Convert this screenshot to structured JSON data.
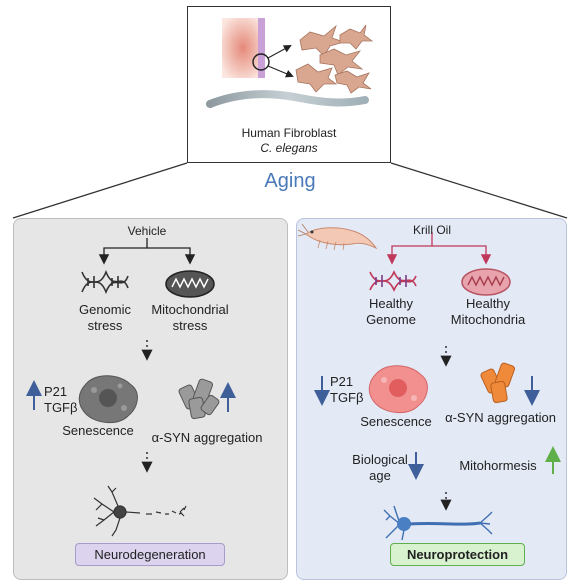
{
  "top": {
    "line1": "Human Fibroblast",
    "line2": "C. elegans",
    "aging": "Aging"
  },
  "vehicle": {
    "title": "Vehicle",
    "genomic": [
      "Genomic",
      "stress"
    ],
    "mito": [
      "Mitochondrial",
      "stress"
    ],
    "markers": [
      "P21",
      "TGFβ"
    ],
    "senescence": "Senescence",
    "asyn": "α-SYN aggregation",
    "outcome": "Neurodegeneration"
  },
  "krill": {
    "title": "Krill Oil",
    "genome": [
      "Healthy",
      "Genome"
    ],
    "mito": [
      "Healthy",
      "Mitochondria"
    ],
    "markers": [
      "P21",
      "TGFβ"
    ],
    "senescence": "Senescence",
    "asyn": "α-SYN aggregation",
    "bioage": [
      "Biological",
      "age"
    ],
    "mitohormesis": "Mitohormesis",
    "outcome": "Neuroprotection"
  },
  "colors": {
    "arrow_up_blue": "#3e5f9a",
    "arrow_down_blue": "#3e5f9a",
    "arrow_up_green": "#5fb04a",
    "krill_arrow": "#c0395a",
    "aging_text": "#4a79b8"
  }
}
